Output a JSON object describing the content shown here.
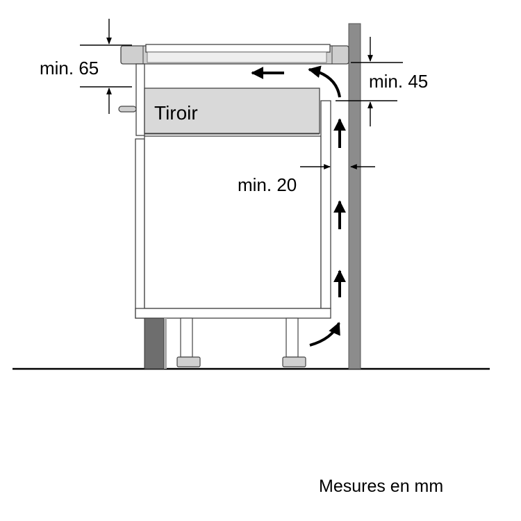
{
  "labels": {
    "drawer": "Tiroir",
    "min_top_left": "min. 65",
    "min_top_right": "min. 45",
    "min_side": "min. 20",
    "units": "Mesures en mm"
  },
  "colors": {
    "line": "#000000",
    "wall": "#8c8c8c",
    "plinth": "#6e6e6e",
    "panel": "#d9d9d9",
    "worktop": "#cfcfcf",
    "cooktop_edge": "#b3b3b3"
  }
}
